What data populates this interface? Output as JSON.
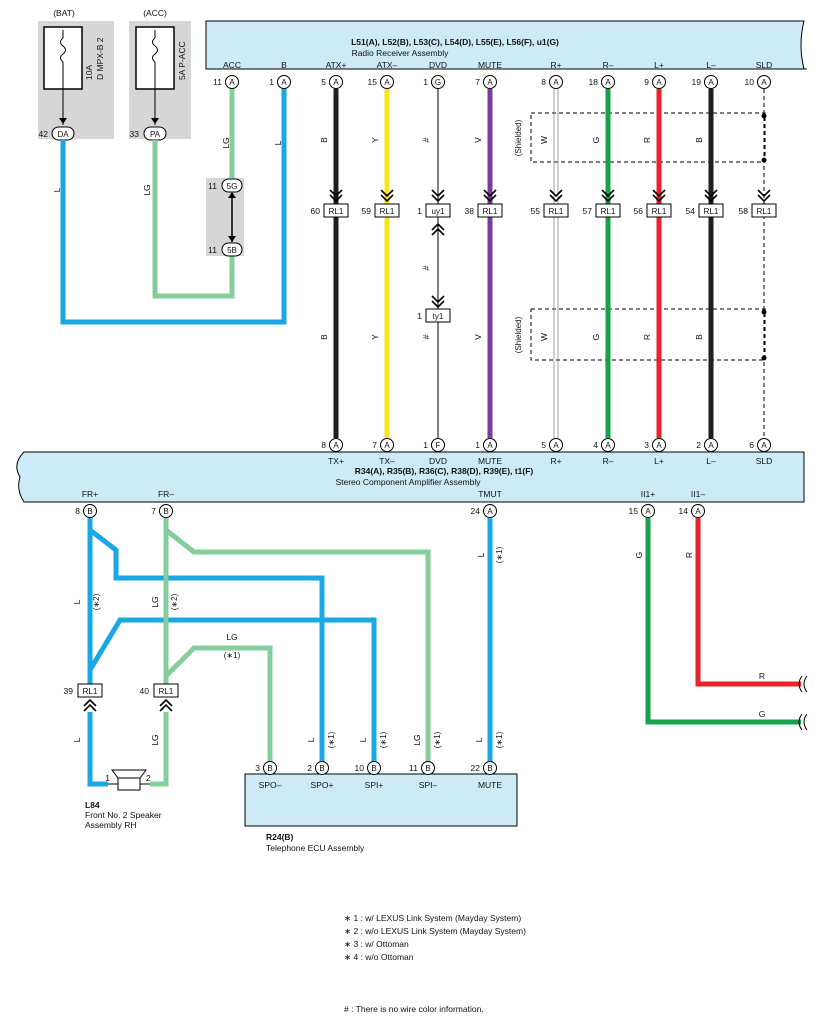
{
  "fuses": {
    "bat": {
      "tag": "(BAT)",
      "rating": "10A",
      "name": "D MPX-B 2",
      "pin": "42",
      "conn": "DA",
      "color": "L"
    },
    "acc": {
      "tag": "(ACC)",
      "name": "5A P-ACC",
      "pin": "33",
      "conn": "PA",
      "color": "LG"
    }
  },
  "junction": {
    "top_pin": "11",
    "top_conn": "5G",
    "bottom_pin": "11",
    "bottom_conn": "5B"
  },
  "radio": {
    "title": "L51(A), L52(B), L53(C), L54(D), L55(E), L56(F), u1(G)",
    "subtitle": "Radio Receiver Assembly"
  },
  "amp": {
    "title": "R34(A), R35(B), R36(C), R38(D), R39(E), t1(F)",
    "subtitle": "Stereo Component Amplifier Assembly"
  },
  "radio_pins": [
    {
      "label": "ACC",
      "pin": "11",
      "conn": "A"
    },
    {
      "label": "B",
      "pin": "1",
      "conn": "A"
    },
    {
      "label": "ATX+",
      "pin": "5",
      "conn": "A"
    },
    {
      "label": "ATX–",
      "pin": "15",
      "conn": "A"
    },
    {
      "label": "DVD",
      "pin": "1",
      "conn": "G"
    },
    {
      "label": "MUTE",
      "pin": "7",
      "conn": "A"
    },
    {
      "label": "R+",
      "pin": "8",
      "conn": "A"
    },
    {
      "label": "R–",
      "pin": "18",
      "conn": "A"
    },
    {
      "label": "L+",
      "pin": "9",
      "conn": "A"
    },
    {
      "label": "L–",
      "pin": "19",
      "conn": "A"
    },
    {
      "label": "SLD",
      "pin": "10",
      "conn": "A"
    }
  ],
  "signal_wires": [
    {
      "upper_color": "B",
      "lower_color": "B",
      "rl_pin": "60",
      "rl": "RL1",
      "amp_pin": "8",
      "amp_conn": "A",
      "amp_label": "TX+"
    },
    {
      "upper_color": "Y",
      "lower_color": "Y",
      "rl_pin": "59",
      "rl": "RL1",
      "amp_pin": "7",
      "amp_conn": "A",
      "amp_label": "TX–"
    },
    {
      "upper_color": "#",
      "lower_color": "#",
      "rl_pin": "1",
      "rl": "uy1",
      "amp_pin": "1",
      "amp_conn": "F",
      "amp_label": "DVD",
      "mid_pin": "1",
      "mid_conn": "ty1"
    },
    {
      "upper_color": "V",
      "lower_color": "V",
      "rl_pin": "38",
      "rl": "RL1",
      "amp_pin": "1",
      "amp_conn": "A",
      "amp_label": "MUTE"
    },
    {
      "upper_color": "W",
      "lower_color": "W",
      "rl_pin": "55",
      "rl": "RL1",
      "amp_pin": "5",
      "amp_conn": "A",
      "amp_label": "R+"
    },
    {
      "upper_color": "G",
      "lower_color": "G",
      "rl_pin": "57",
      "rl": "RL1",
      "amp_pin": "4",
      "amp_conn": "A",
      "amp_label": "R–"
    },
    {
      "upper_color": "R",
      "lower_color": "R",
      "rl_pin": "56",
      "rl": "RL1",
      "amp_pin": "3",
      "amp_conn": "A",
      "amp_label": "L+"
    },
    {
      "upper_color": "B",
      "lower_color": "B",
      "rl_pin": "54",
      "rl": "RL1",
      "amp_pin": "2",
      "amp_conn": "A",
      "amp_label": "L–"
    },
    {
      "upper_color": "",
      "lower_color": "",
      "rl_pin": "58",
      "rl": "RL1",
      "amp_pin": "6",
      "amp_conn": "A",
      "amp_label": "SLD"
    }
  ],
  "wire_colors": {
    "acc_wire": "LG",
    "b_wire": "L"
  },
  "shielded_label": "(Shielded)",
  "amp_out_pins": [
    {
      "label": "FR+",
      "pin": "8",
      "conn": "B"
    },
    {
      "label": "FR–",
      "pin": "7",
      "conn": "B"
    },
    {
      "label": "TMUT",
      "pin": "24",
      "conn": "A"
    },
    {
      "label": "II1+",
      "pin": "15",
      "conn": "A"
    },
    {
      "label": "II1–",
      "pin": "14",
      "conn": "A"
    }
  ],
  "lower_wires": {
    "fr_plus": {
      "color": "L",
      "note": "(∗2)",
      "rl_color": "L",
      "rl_pin": "39",
      "rl": "RL1"
    },
    "fr_minus": {
      "color": "LG",
      "note": "(∗2)",
      "rl_color": "LG",
      "rl_pin": "40",
      "rl": "RL1"
    },
    "spo_minus": {
      "color": "LG",
      "note": "(∗1)"
    },
    "tmut": {
      "color": "L",
      "note": "(∗1)"
    },
    "ii_plus": {
      "color": "G",
      "end_color": "G"
    },
    "ii_minus": {
      "color": "R",
      "end_color": "R"
    }
  },
  "ecu": {
    "title": "R24(B)",
    "subtitle": "Telephone ECU Assembly",
    "pins": [
      {
        "label": "SPO–",
        "pin": "3",
        "conn": "B",
        "color": "",
        "note": ""
      },
      {
        "label": "SPO+",
        "pin": "2",
        "conn": "B",
        "color": "L",
        "note": "(∗1)"
      },
      {
        "label": "SPI+",
        "pin": "10",
        "conn": "B",
        "color": "L",
        "note": "(∗1)"
      },
      {
        "label": "SPI–",
        "pin": "11",
        "conn": "B",
        "color": "LG",
        "note": "(∗1)"
      },
      {
        "label": "MUTE",
        "pin": "22",
        "conn": "B",
        "color": "L",
        "note": "(∗1)"
      }
    ]
  },
  "speaker": {
    "id": "L84",
    "name1": "Front No. 2 Speaker",
    "name2": "Assembly RH",
    "pin1": "1",
    "pin2": "2"
  },
  "notes": [
    "∗ 1 : w/ LEXUS Link System (Mayday System)",
    "∗ 2 : w/o LEXUS Link System (Mayday System)",
    "∗ 3 : w/ Ottoman",
    "∗ 4 : w/o Ottoman"
  ],
  "footnote": "# : There is no wire color information.",
  "colors": {
    "L": "#1aa7e6",
    "LG": "#86cd9d",
    "B": "#1f1f1f",
    "Y": "#f6e51a",
    "V": "#7a3c98",
    "G": "#15a24a",
    "R": "#e8232d",
    "W": "#ffffff",
    "assembly_fill": "#cdeaf7",
    "fuse_fill": "#d6d6d6"
  }
}
